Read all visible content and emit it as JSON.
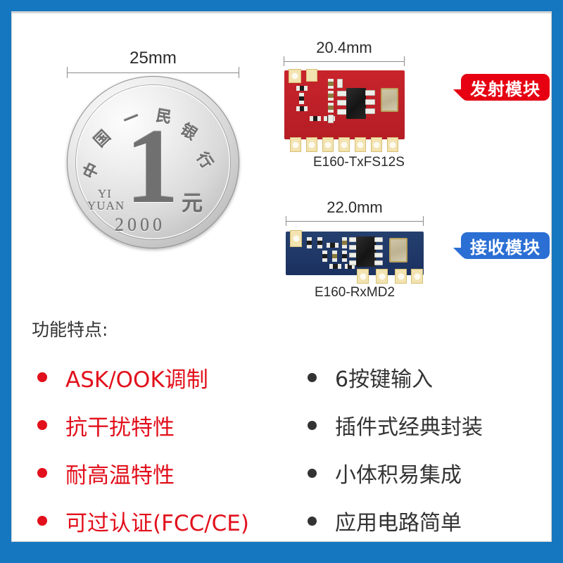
{
  "frame": {
    "border_color": "#1577c0",
    "panel_color": "#ffffff"
  },
  "coin": {
    "dimension_label": "25mm",
    "top_arc_chars": [
      "中",
      "国",
      "一",
      "民",
      "银",
      "行"
    ],
    "denomination": "1",
    "latin_line1": "YI",
    "latin_line2": "YUAN",
    "yuan_char": "元",
    "year": "2000"
  },
  "modules": [
    {
      "dimension_label": "20.4mm",
      "part_number": "E160-TxFS12S",
      "badge_label": "发射模块",
      "badge_color": "#e60012",
      "pcb_color": "#c0222a",
      "pin_count": 7
    },
    {
      "dimension_label": "22.0mm",
      "part_number": "E160-RxMD2",
      "badge_label": "接收模块",
      "badge_color": "#2b6fd4",
      "pcb_color": "#1e3a6e",
      "pin_count": 4
    }
  ],
  "features": {
    "heading": "功能特点:",
    "left_color": "#e2101c",
    "right_color": "#333333",
    "left_items": [
      "ASK/OOK调制",
      "抗干扰特性",
      "耐高温特性",
      "可过认证(FCC/CE)"
    ],
    "right_items": [
      "6按键输入",
      "插件式经典封装",
      "小体积易集成",
      "应用电路简单"
    ]
  }
}
